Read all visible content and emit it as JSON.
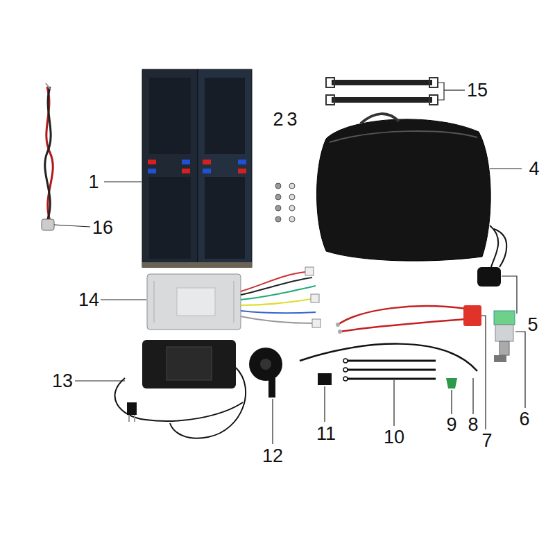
{
  "diagram": {
    "labels": [
      "15",
      "2",
      "3",
      "1",
      "4",
      "16",
      "14",
      "5",
      "13",
      "12",
      "11",
      "10",
      "9",
      "8",
      "7",
      "6"
    ]
  }
}
